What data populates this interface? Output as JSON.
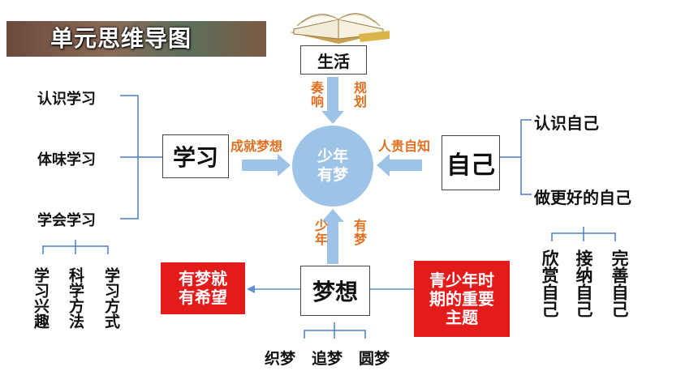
{
  "title": "单元思维导图",
  "center": {
    "line1": "少年",
    "line2": "有梦"
  },
  "nodes": {
    "top": "生活",
    "left": "学习",
    "right": "自己",
    "bottom": "梦想"
  },
  "arrow_labels": {
    "top_left": "奏响",
    "top_right": "规划",
    "left": "成就梦想",
    "right": "人贵自知",
    "bottom_left": "少年",
    "bottom_right": "有梦"
  },
  "study_items": [
    "认识学习",
    "体味学习",
    "学会学习"
  ],
  "study_sub": [
    "学习兴趣",
    "科学方法",
    "学习方式"
  ],
  "self_items": [
    "认识自己",
    "做更好的自己"
  ],
  "self_sub": [
    "欣赏自己",
    "接纳自己",
    "完善自己"
  ],
  "dream_sub": [
    "织梦",
    "追梦",
    "圆梦"
  ],
  "red_boxes": {
    "left": {
      "line1": "有梦就",
      "line2": "有希望"
    },
    "right": {
      "line1": "青少年时",
      "line2": "期的重要",
      "line3": "主题"
    }
  },
  "colors": {
    "arrow": "#9dc3e6",
    "orange": "#e07020",
    "red": "#e31b1b",
    "bracket": "#4a7fc0",
    "connector": "#5b8fd0"
  }
}
